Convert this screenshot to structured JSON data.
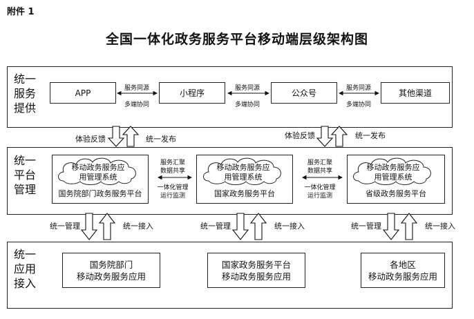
{
  "attachment": "附件 1",
  "title": "全国一体化政务服务平台移动端层级架构图",
  "layers": {
    "service": {
      "label": "统一服务提供"
    },
    "platform": {
      "label": "统一平台管理"
    },
    "access": {
      "label": "统一应用接入"
    }
  },
  "channels": [
    "APP",
    "小程序",
    "公众号",
    "其他渠道"
  ],
  "channel_link_lines": [
    "服务同源",
    "多端协同"
  ],
  "vertical_labels": {
    "feedback": "体验反馈",
    "publish": "统一发布",
    "manage": "统一管理",
    "access": "统一接入"
  },
  "platforms": [
    {
      "mgmt": "移动政务服务应用管理系统",
      "name": "国务院部门政务服务平台"
    },
    {
      "mgmt": "移动政务服务应用管理系统",
      "name": "国家政务服务平台"
    },
    {
      "mgmt": "移动政务服务应用管理系统",
      "name": "省级政务服务平台"
    }
  ],
  "platform_links": {
    "top": [
      "服务汇聚",
      "数据共享"
    ],
    "bottom": [
      "一体化管理",
      "运行监测"
    ]
  },
  "apps": [
    {
      "line1": "国务院部门",
      "line2": "移动政务服务应用"
    },
    {
      "line1": "国家政务服务平台",
      "line2": "移动政务服务应用"
    },
    {
      "line1": "各地区",
      "line2": "移动政务服务应用"
    }
  ]
}
